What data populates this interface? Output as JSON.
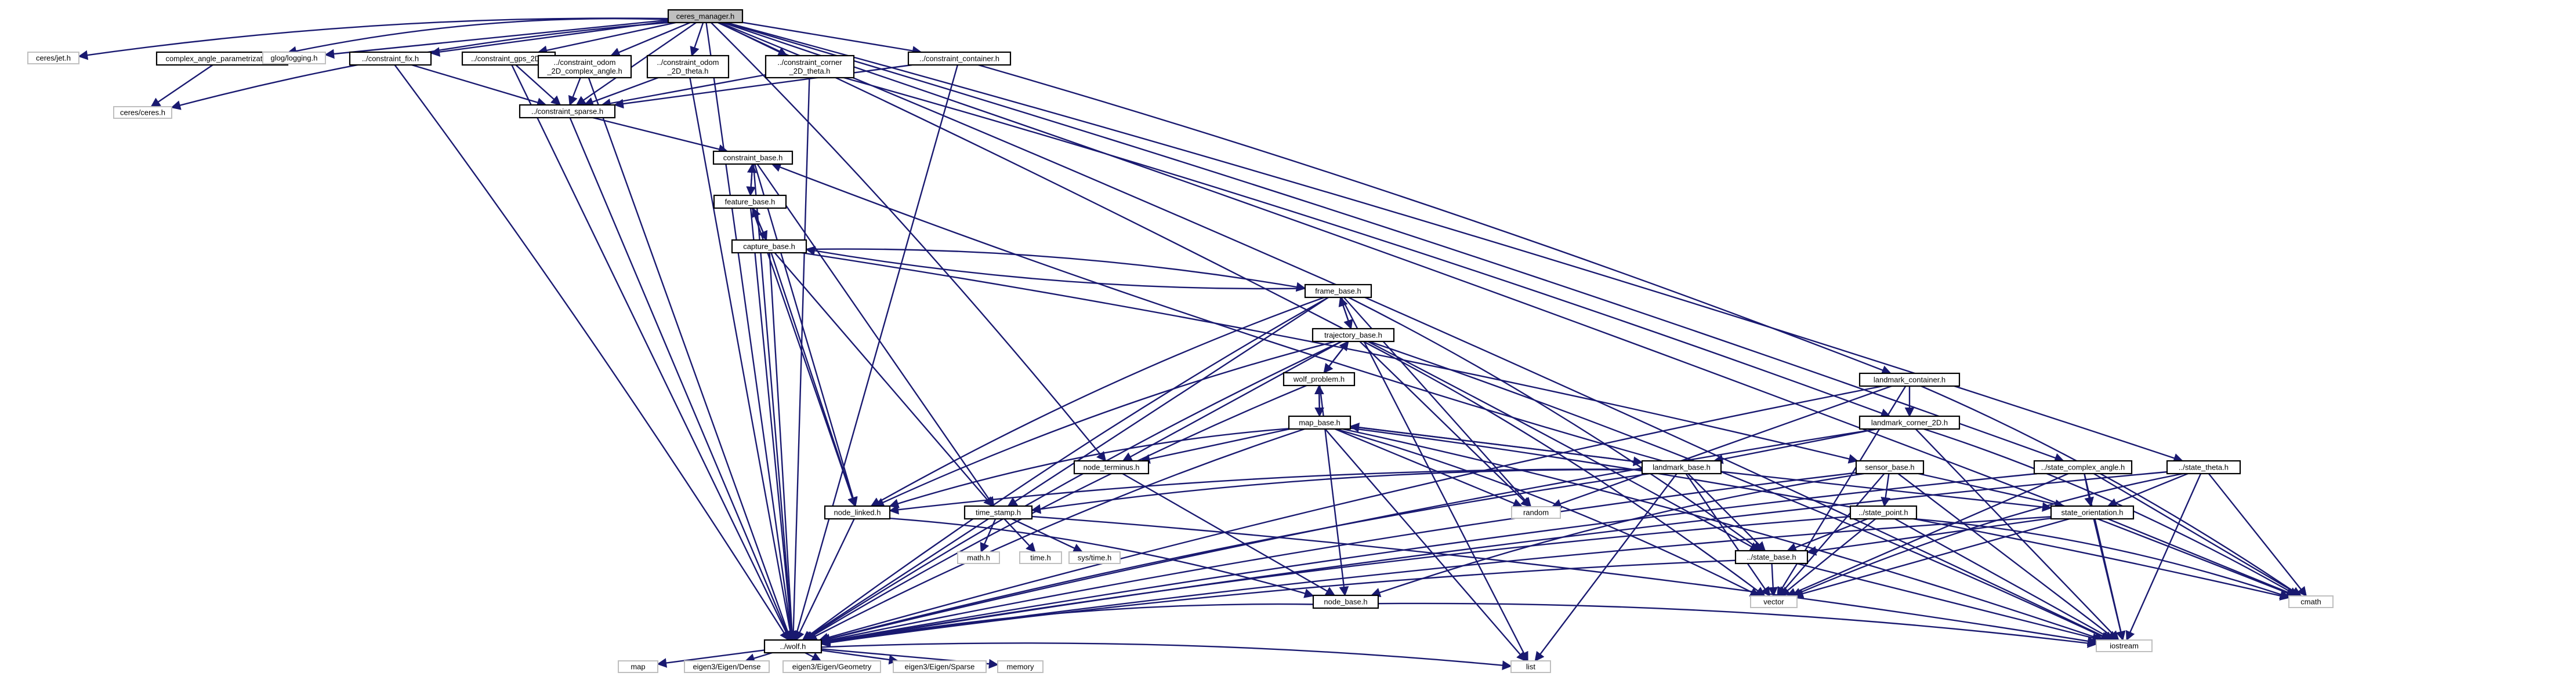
{
  "colors": {
    "edge": "#191970",
    "root_fill": "#bfbfbf",
    "node_fill": "#ffffff",
    "external_border": "#bfbfbf",
    "node_border": "#000000"
  },
  "nodes": {
    "ceres_manager": {
      "label": "ceres_manager.h",
      "kind": "root"
    },
    "ceres_jet": {
      "label": "ceres/jet.h",
      "kind": "external"
    },
    "complex_angle_param": {
      "label": "complex_angle_parametrization.h",
      "kind": "file"
    },
    "ceres_ceres": {
      "label": "ceres/ceres.h",
      "kind": "external"
    },
    "glog": {
      "label": "glog/logging.h",
      "kind": "external"
    },
    "constraint_fix": {
      "label": "../constraint_fix.h",
      "kind": "file"
    },
    "constraint_gps_2d": {
      "label": "../constraint_gps_2D.h",
      "kind": "file"
    },
    "constraint_odom_complex": {
      "label": "../constraint_odom\n_2D_complex_angle.h",
      "kind": "file"
    },
    "constraint_odom_theta": {
      "label": "../constraint_odom\n_2D_theta.h",
      "kind": "file"
    },
    "constraint_corner": {
      "label": "../constraint_corner\n_2D_theta.h",
      "kind": "file"
    },
    "constraint_container": {
      "label": "../constraint_container.h",
      "kind": "file"
    },
    "constraint_sparse": {
      "label": "../constraint_sparse.h",
      "kind": "file"
    },
    "constraint_base": {
      "label": "constraint_base.h",
      "kind": "file"
    },
    "feature_base": {
      "label": "feature_base.h",
      "kind": "file"
    },
    "capture_base": {
      "label": "capture_base.h",
      "kind": "file"
    },
    "frame_base": {
      "label": "frame_base.h",
      "kind": "file"
    },
    "trajectory_base": {
      "label": "trajectory_base.h",
      "kind": "file"
    },
    "wolf_problem": {
      "label": "wolf_problem.h",
      "kind": "file"
    },
    "map_base": {
      "label": "map_base.h",
      "kind": "file"
    },
    "landmark_container": {
      "label": "landmark_container.h",
      "kind": "file"
    },
    "landmark_corner": {
      "label": "landmark_corner_2D.h",
      "kind": "file"
    },
    "node_terminus": {
      "label": "node_terminus.h",
      "kind": "file"
    },
    "landmark_base": {
      "label": "landmark_base.h",
      "kind": "file"
    },
    "sensor_base": {
      "label": "sensor_base.h",
      "kind": "file"
    },
    "state_complex_angle": {
      "label": "../state_complex_angle.h",
      "kind": "file"
    },
    "state_theta": {
      "label": "../state_theta.h",
      "kind": "file"
    },
    "node_linked": {
      "label": "node_linked.h",
      "kind": "file"
    },
    "time_stamp": {
      "label": "time_stamp.h",
      "kind": "file"
    },
    "random": {
      "label": "random",
      "kind": "external"
    },
    "state_point": {
      "label": "../state_point.h",
      "kind": "file"
    },
    "state_orientation": {
      "label": "state_orientation.h",
      "kind": "file"
    },
    "math_h": {
      "label": "math.h",
      "kind": "external"
    },
    "time_h": {
      "label": "time.h",
      "kind": "external"
    },
    "sys_time": {
      "label": "sys/time.h",
      "kind": "external"
    },
    "state_base": {
      "label": "../state_base.h",
      "kind": "file"
    },
    "node_base": {
      "label": "node_base.h",
      "kind": "file"
    },
    "vector": {
      "label": "vector",
      "kind": "external"
    },
    "cmath": {
      "label": "cmath",
      "kind": "external"
    },
    "wolf": {
      "label": "../wolf.h",
      "kind": "file"
    },
    "iostream": {
      "label": "iostream",
      "kind": "external"
    },
    "map": {
      "label": "map",
      "kind": "external"
    },
    "eigen_dense": {
      "label": "eigen3/Eigen/Dense",
      "kind": "external"
    },
    "eigen_geometry": {
      "label": "eigen3/Eigen/Geometry",
      "kind": "external"
    },
    "eigen_sparse": {
      "label": "eigen3/Eigen/Sparse",
      "kind": "external"
    },
    "memory": {
      "label": "memory",
      "kind": "external"
    },
    "list": {
      "label": "list",
      "kind": "external"
    }
  },
  "edges": [
    [
      "ceres_manager",
      "ceres_jet"
    ],
    [
      "ceres_manager",
      "complex_angle_param"
    ],
    [
      "ceres_manager",
      "ceres_ceres"
    ],
    [
      "ceres_manager",
      "glog"
    ],
    [
      "ceres_manager",
      "constraint_fix"
    ],
    [
      "ceres_manager",
      "constraint_gps_2d"
    ],
    [
      "ceres_manager",
      "constraint_odom_complex"
    ],
    [
      "ceres_manager",
      "constraint_odom_theta"
    ],
    [
      "ceres_manager",
      "constraint_corner"
    ],
    [
      "ceres_manager",
      "constraint_container"
    ],
    [
      "ceres_manager",
      "constraint_sparse"
    ],
    [
      "ceres_manager",
      "node_terminus"
    ],
    [
      "ceres_manager",
      "state_base"
    ],
    [
      "ceres_manager",
      "state_complex_angle"
    ],
    [
      "ceres_manager",
      "state_theta"
    ],
    [
      "ceres_manager",
      "cmath"
    ],
    [
      "ceres_manager",
      "iostream"
    ],
    [
      "ceres_manager",
      "wolf"
    ],
    [
      "complex_angle_param",
      "ceres_ceres"
    ],
    [
      "constraint_fix",
      "constraint_sparse"
    ],
    [
      "constraint_fix",
      "wolf"
    ],
    [
      "constraint_gps_2d",
      "constraint_sparse"
    ],
    [
      "constraint_gps_2d",
      "wolf"
    ],
    [
      "constraint_odom_complex",
      "constraint_sparse"
    ],
    [
      "constraint_odom_complex",
      "wolf"
    ],
    [
      "constraint_odom_theta",
      "constraint_sparse"
    ],
    [
      "constraint_odom_theta",
      "wolf"
    ],
    [
      "constraint_corner",
      "constraint_sparse"
    ],
    [
      "constraint_corner",
      "wolf"
    ],
    [
      "constraint_corner",
      "landmark_corner"
    ],
    [
      "constraint_container",
      "constraint_sparse"
    ],
    [
      "constraint_container",
      "landmark_container"
    ],
    [
      "constraint_container",
      "wolf"
    ],
    [
      "constraint_sparse",
      "constraint_base"
    ],
    [
      "constraint_sparse",
      "wolf"
    ],
    [
      "constraint_base",
      "feature_base"
    ],
    [
      "constraint_base",
      "wolf"
    ],
    [
      "constraint_base",
      "node_linked"
    ],
    [
      "constraint_base",
      "time_stamp"
    ],
    [
      "feature_base",
      "constraint_base"
    ],
    [
      "feature_base",
      "capture_base"
    ],
    [
      "feature_base",
      "wolf"
    ],
    [
      "feature_base",
      "node_linked"
    ],
    [
      "capture_base",
      "feature_base"
    ],
    [
      "capture_base",
      "frame_base"
    ],
    [
      "capture_base",
      "wolf"
    ],
    [
      "capture_base",
      "node_linked"
    ],
    [
      "capture_base",
      "time_stamp"
    ],
    [
      "capture_base",
      "sensor_base"
    ],
    [
      "frame_base",
      "capture_base"
    ],
    [
      "frame_base",
      "trajectory_base"
    ],
    [
      "frame_base",
      "wolf"
    ],
    [
      "frame_base",
      "node_linked"
    ],
    [
      "frame_base",
      "time_stamp"
    ],
    [
      "frame_base",
      "state_base"
    ],
    [
      "frame_base",
      "random"
    ],
    [
      "frame_base",
      "list"
    ],
    [
      "trajectory_base",
      "frame_base"
    ],
    [
      "trajectory_base",
      "wolf_problem"
    ],
    [
      "trajectory_base",
      "wolf"
    ],
    [
      "trajectory_base",
      "node_linked"
    ],
    [
      "trajectory_base",
      "node_terminus"
    ],
    [
      "trajectory_base",
      "random"
    ],
    [
      "trajectory_base",
      "vector"
    ],
    [
      "trajectory_base",
      "iostream"
    ],
    [
      "wolf_problem",
      "trajectory_base"
    ],
    [
      "wolf_problem",
      "map_base"
    ],
    [
      "wolf_problem",
      "node_base"
    ],
    [
      "wolf_problem",
      "wolf"
    ],
    [
      "map_base",
      "wolf_problem"
    ],
    [
      "map_base",
      "landmark_base"
    ],
    [
      "map_base",
      "node_terminus"
    ],
    [
      "map_base",
      "node_linked"
    ],
    [
      "map_base",
      "wolf"
    ],
    [
      "map_base",
      "random"
    ],
    [
      "map_base",
      "list"
    ],
    [
      "map_base",
      "vector"
    ],
    [
      "map_base",
      "iostream"
    ],
    [
      "map_base",
      "cmath"
    ],
    [
      "landmark_container",
      "landmark_corner"
    ],
    [
      "landmark_container",
      "wolf"
    ],
    [
      "landmark_container",
      "vector"
    ],
    [
      "landmark_container",
      "cmath"
    ],
    [
      "landmark_container",
      "random"
    ],
    [
      "landmark_corner",
      "landmark_base"
    ],
    [
      "landmark_corner",
      "wolf"
    ],
    [
      "landmark_corner",
      "cmath"
    ],
    [
      "landmark_corner",
      "iostream"
    ],
    [
      "node_terminus",
      "node_base"
    ],
    [
      "landmark_base",
      "map_base"
    ],
    [
      "landmark_base",
      "constraint_base"
    ],
    [
      "landmark_base",
      "node_linked"
    ],
    [
      "landmark_base",
      "state_base"
    ],
    [
      "landmark_base",
      "state_orientation"
    ],
    [
      "landmark_base",
      "time_stamp"
    ],
    [
      "landmark_base",
      "wolf"
    ],
    [
      "landmark_base",
      "list"
    ],
    [
      "landmark_base",
      "vector"
    ],
    [
      "sensor_base",
      "state_point"
    ],
    [
      "sensor_base",
      "state_orientation"
    ],
    [
      "sensor_base",
      "node_base"
    ],
    [
      "sensor_base",
      "wolf"
    ],
    [
      "sensor_base",
      "vector"
    ],
    [
      "sensor_base",
      "iostream"
    ],
    [
      "state_complex_angle",
      "state_orientation"
    ],
    [
      "state_complex_angle",
      "wolf"
    ],
    [
      "state_complex_angle",
      "vector"
    ],
    [
      "state_complex_angle",
      "cmath"
    ],
    [
      "state_complex_angle",
      "iostream"
    ],
    [
      "state_theta",
      "state_orientation"
    ],
    [
      "state_theta",
      "wolf"
    ],
    [
      "state_theta",
      "vector"
    ],
    [
      "state_theta",
      "cmath"
    ],
    [
      "state_theta",
      "iostream"
    ],
    [
      "node_linked",
      "node_base"
    ],
    [
      "node_linked",
      "wolf"
    ],
    [
      "time_stamp",
      "math_h"
    ],
    [
      "time_stamp",
      "time_h"
    ],
    [
      "time_stamp",
      "sys_time"
    ],
    [
      "time_stamp",
      "iostream"
    ],
    [
      "time_stamp",
      "wolf"
    ],
    [
      "state_point",
      "state_base"
    ],
    [
      "state_point",
      "wolf"
    ],
    [
      "state_point",
      "vector"
    ],
    [
      "state_point",
      "iostream"
    ],
    [
      "state_point",
      "cmath"
    ],
    [
      "state_orientation",
      "state_base"
    ],
    [
      "state_orientation",
      "wolf"
    ],
    [
      "state_orientation",
      "vector"
    ],
    [
      "state_orientation",
      "iostream"
    ],
    [
      "state_orientation",
      "cmath"
    ],
    [
      "state_base",
      "wolf"
    ],
    [
      "state_base",
      "vector"
    ],
    [
      "state_base",
      "iostream"
    ],
    [
      "node_base",
      "wolf"
    ],
    [
      "node_base",
      "iostream"
    ],
    [
      "wolf",
      "map"
    ],
    [
      "wolf",
      "eigen_dense"
    ],
    [
      "wolf",
      "eigen_geometry"
    ],
    [
      "wolf",
      "eigen_sparse"
    ],
    [
      "wolf",
      "memory"
    ],
    [
      "wolf",
      "list"
    ]
  ]
}
